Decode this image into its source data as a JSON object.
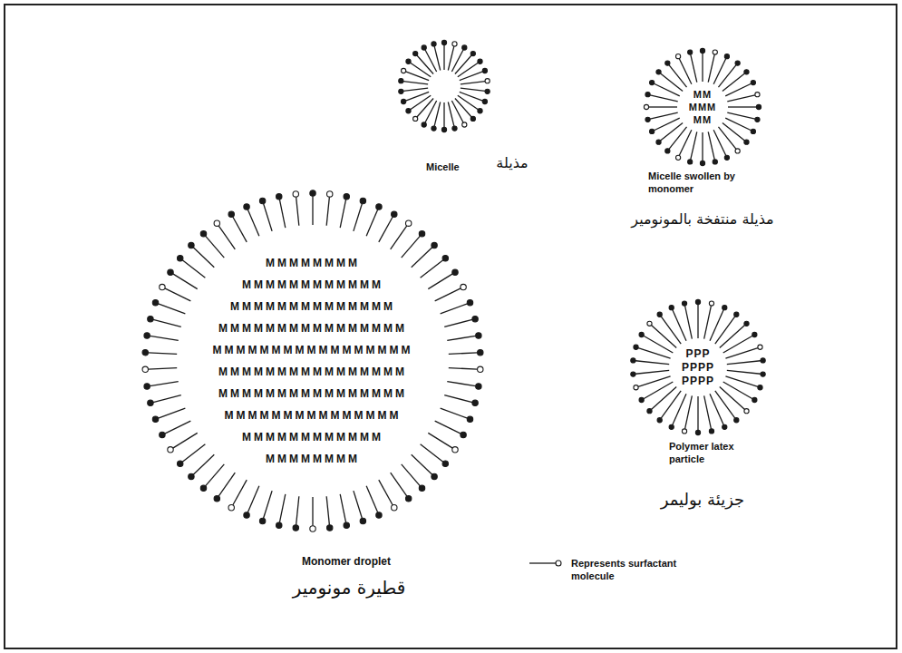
{
  "diagram": {
    "nodes": [
      {
        "text": [
          "Micelle",
          "مذيلة"
        ]
      },
      {
        "text": [
          "MM MMM MM",
          "Micelle swollen by monomer",
          "مذيلة منتفخة بالمونومير"
        ]
      },
      {
        "text": [
          "MMMMMMMM MMMMMMMMMMMM MMMMMMMMMMMMMM MMMMMMMMMMMMMMMM MMMMMMMMMMMMMMMMM MMMMMMMMMMMMMMMM MMMMMMMMMMMMMMMM MMMMMMMMMMMMMMM MMMMMMMMMMMM MMMMMMMM",
          "Monomer droplet",
          "قطيرة مونومير"
        ]
      },
      {
        "text": [
          "PPP PPPP PPPP",
          "Polymer latex particle",
          "جزيئة بوليمر"
        ]
      }
    ],
    "legend": [
      {
        "text": "Represents surfactant molecule"
      }
    ]
  }
}
